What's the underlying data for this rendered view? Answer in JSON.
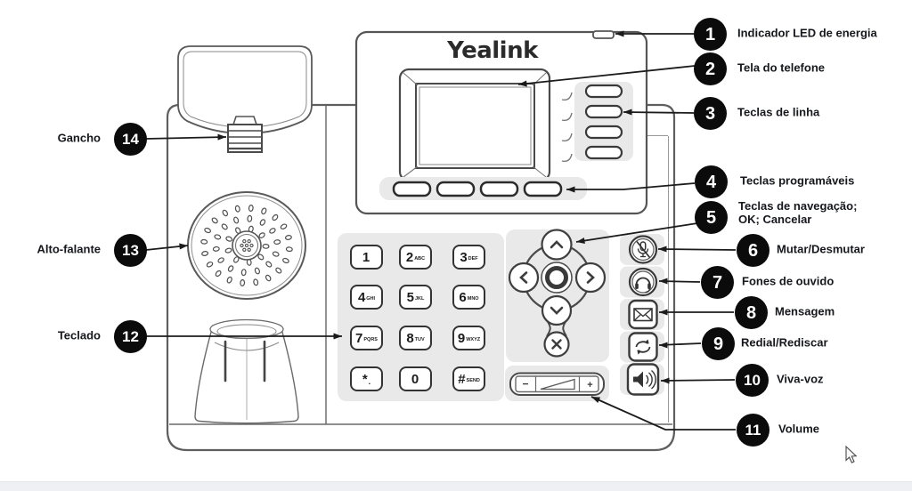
{
  "diagram": {
    "brand_logo": "Yealink",
    "ink_color": "#1a1a1a",
    "callouts": [
      {
        "num": "1",
        "label": "Indicador LED de energia",
        "side": "right"
      },
      {
        "num": "2",
        "label": "Tela do telefone",
        "side": "right"
      },
      {
        "num": "3",
        "label": "Teclas de linha",
        "side": "right"
      },
      {
        "num": "4",
        "label": "Teclas programáveis",
        "side": "right"
      },
      {
        "num": "5",
        "label": "Teclas de navegação;\nOK; Cancelar",
        "side": "right"
      },
      {
        "num": "6",
        "label": "Mutar/Desmutar",
        "side": "right"
      },
      {
        "num": "7",
        "label": "Fones de ouvido",
        "side": "right"
      },
      {
        "num": "8",
        "label": "Mensagem",
        "side": "right"
      },
      {
        "num": "9",
        "label": "Redial/Rediscar",
        "side": "right"
      },
      {
        "num": "10",
        "label": "Viva-voz",
        "side": "right"
      },
      {
        "num": "11",
        "label": "Volume",
        "side": "right"
      },
      {
        "num": "12",
        "label": "Teclado",
        "side": "left"
      },
      {
        "num": "13",
        "label": "Alto-falante",
        "side": "left"
      },
      {
        "num": "14",
        "label": "Gancho",
        "side": "left"
      }
    ],
    "keypad": {
      "keys": [
        {
          "digit": "1",
          "letters": ""
        },
        {
          "digit": "2",
          "letters": "ABC"
        },
        {
          "digit": "3",
          "letters": "DEF"
        },
        {
          "digit": "4",
          "letters": "GHI"
        },
        {
          "digit": "5",
          "letters": "JKL"
        },
        {
          "digit": "6",
          "letters": "MNO"
        },
        {
          "digit": "7",
          "letters": "PQRS"
        },
        {
          "digit": "8",
          "letters": "TUV"
        },
        {
          "digit": "9",
          "letters": "WXYZ"
        },
        {
          "digit": "*",
          "letters": "."
        },
        {
          "digit": "0",
          "letters": ""
        },
        {
          "digit": "#",
          "letters": "SEND"
        }
      ]
    },
    "volume_rocker": {
      "minus": "−",
      "plus": "+"
    },
    "icons": {
      "power_led": "led-indicator-bar",
      "mute": "microphone-slash",
      "headset": "headphones",
      "message": "envelope",
      "redial": "circular-arrow",
      "speakerphone": "speaker-waves",
      "navigation": "d-pad-with-ok-and-cancel",
      "cursor": "mouse-pointer"
    }
  }
}
